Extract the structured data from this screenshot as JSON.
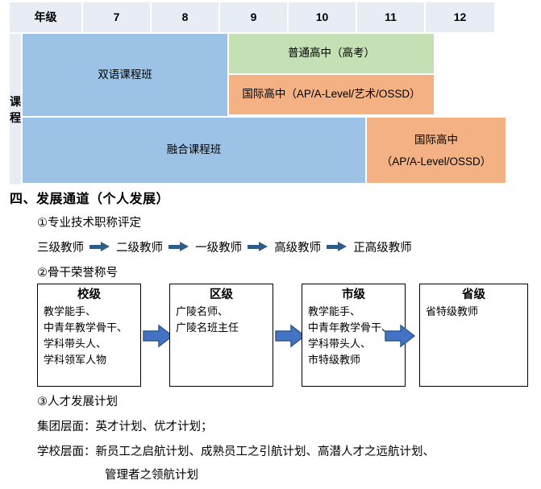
{
  "curriculum_table": {
    "header": {
      "row_label": "年级",
      "grades": [
        "7",
        "8",
        "9",
        "10",
        "11",
        "12"
      ]
    },
    "body": {
      "row_label": "课程",
      "cells": {
        "bilingual": "双语课程班",
        "regular_senior": "普通高中（高考）",
        "international_top": "国际高中（AP/A-Level/艺术/OSSD）",
        "fusion": "融合课程班",
        "international_bottom_line1": "国际高中",
        "international_bottom_line2": "（AP/A-Level/OSSD）"
      }
    },
    "colors": {
      "header_bg": "#E8ECF5",
      "blue": "#9CC3E5",
      "green": "#C5E0B4",
      "orange": "#F4B183"
    }
  },
  "section": {
    "heading": "四、发展通道（个人发展）",
    "item1_title": "①专业技术职称评定",
    "rank_chain": [
      "三级教师",
      "二级教师",
      "一级教师",
      "高级教师",
      "正高级教师"
    ],
    "item2_title": "②骨干荣誉称号",
    "item3_title": "③人才发展计划",
    "group_level": "集团层面：英才计划、优才计划；",
    "school_level_line1": "学校层面：新员工之启航计划、成熟员工之引航计划、高潜人才之远航计划、",
    "school_level_line2": "管理者之领航计划"
  },
  "levels": [
    {
      "title": "校级",
      "items": "教学能手、\n中青年教学骨干、\n学科带头人、\n学科领军人物"
    },
    {
      "title": "区级",
      "items": "广陵名师、\n广陵名班主任"
    },
    {
      "title": "市级",
      "items": "教学能手、\n中青年教学骨干、\n学科带头人、\n市特级教师"
    },
    {
      "title": "省级",
      "items": "省特级教师"
    }
  ],
  "arrow_color": "#4472C4",
  "arrow_border_color": "#2E5C8A"
}
